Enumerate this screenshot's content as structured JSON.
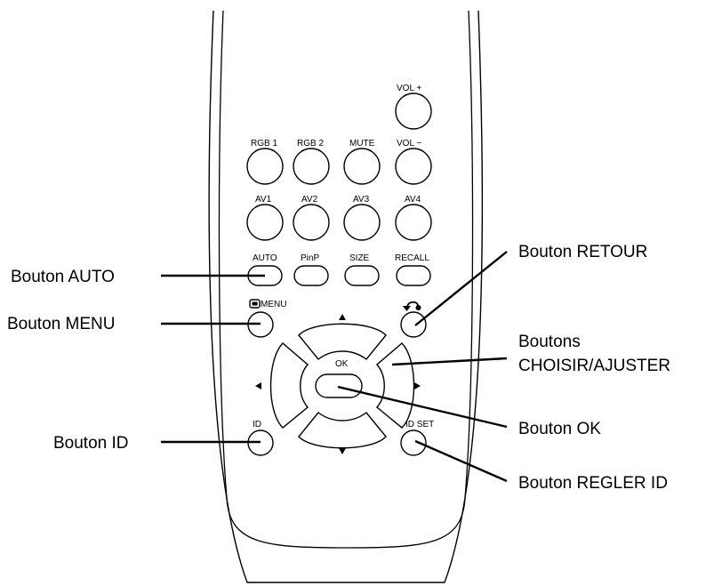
{
  "remote": {
    "buttons": {
      "vol_plus": "VOL +",
      "rgb1": "RGB 1",
      "rgb2": "RGB 2",
      "mute": "MUTE",
      "vol_minus": "VOL −",
      "av1": "AV1",
      "av2": "AV2",
      "av3": "AV3",
      "av4": "AV4",
      "auto": "AUTO",
      "pinp": "PinP",
      "size": "SIZE",
      "recall": "RECALL",
      "menu": "MENU",
      "ok": "OK",
      "id": "ID",
      "id_set": "ID SET"
    },
    "icons": {
      "return": "return-arrow-icon",
      "menu": "menu-screen-icon",
      "up": "arrow-up-icon",
      "down": "arrow-down-icon",
      "left": "arrow-left-icon",
      "right": "arrow-right-icon"
    }
  },
  "callouts": {
    "auto": "Bouton AUTO",
    "menu": "Bouton MENU",
    "id": "Bouton ID",
    "retour": "Bouton RETOUR",
    "choisir_line1": "Boutons",
    "choisir_line2": "CHOISIR/AJUSTER",
    "ok": "Bouton OK",
    "regler_id": "Bouton REGLER ID"
  }
}
